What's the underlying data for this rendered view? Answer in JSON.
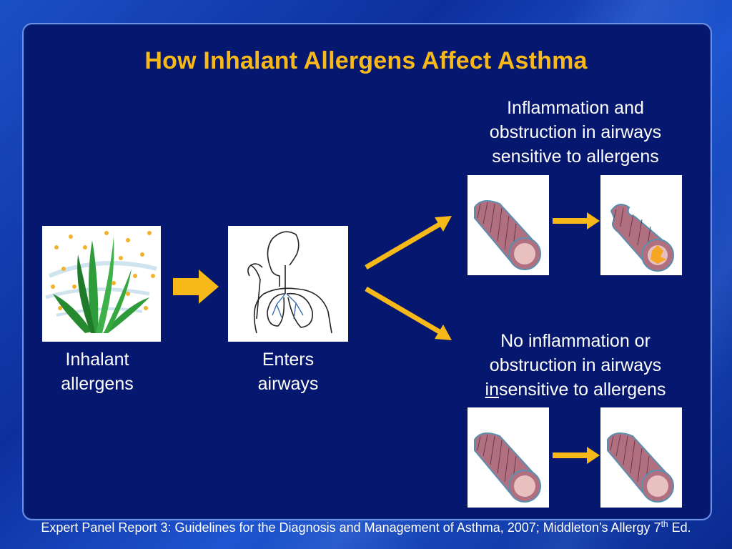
{
  "title": "How Inhalant Allergens Affect Asthma",
  "steps": {
    "inhalant": {
      "line1": "Inhalant",
      "line2": "allergens"
    },
    "enters": {
      "line1": "Enters",
      "line2": "airways"
    }
  },
  "outcomes": {
    "sensitive": {
      "line1": "Inflammation and",
      "line2": "obstruction in airways",
      "line3": "sensitive to allergens"
    },
    "insensitive": {
      "line1": "No inflammation or",
      "line2": "obstruction in airways",
      "line3_underlined": "in",
      "line3_rest": "sensitive to allergens"
    }
  },
  "footer": {
    "text": "Expert Panel Report 3: Guidelines for the Diagnosis and Management of Asthma, 2007; Middleton’s Allergy 7",
    "sup": "th",
    "tail": " Ed."
  },
  "colors": {
    "accent": "#f7b81a",
    "panel": "#05176e",
    "airway": "#b07080",
    "lumen": "#e8c0c0"
  },
  "icons": [
    "plant-allergen-icon",
    "human-airways-icon",
    "airway-normal-icon",
    "airway-inflamed-icon",
    "arrow-right-icon"
  ]
}
